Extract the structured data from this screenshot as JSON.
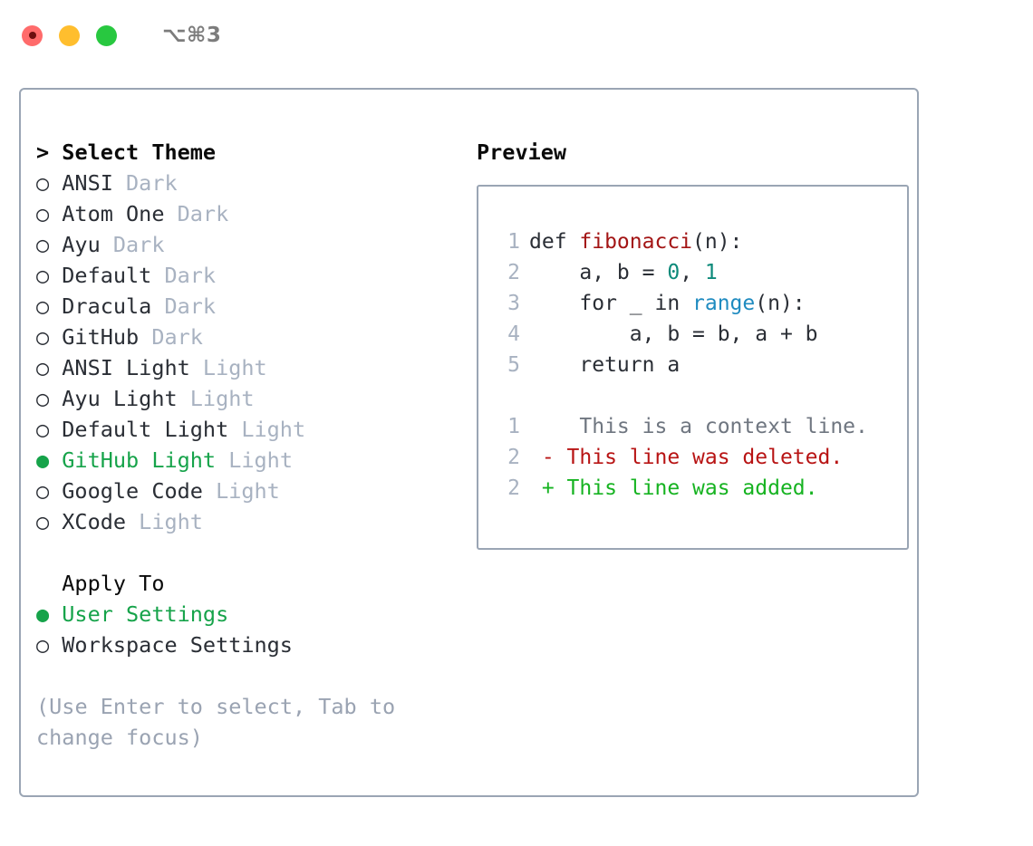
{
  "titlebar": {
    "shortcut": "⌥⌘3",
    "lights": [
      {
        "name": "close",
        "color": "#ff6b6b"
      },
      {
        "name": "minimize",
        "color": "#ffbe2e"
      },
      {
        "name": "maximize",
        "color": "#28c840"
      }
    ]
  },
  "theme_picker": {
    "header": "> Select Theme",
    "items": [
      {
        "marker": "○",
        "name": "ANSI",
        "suffix": "Dark",
        "selected": false
      },
      {
        "marker": "○",
        "name": "Atom One",
        "suffix": "Dark",
        "selected": false
      },
      {
        "marker": "○",
        "name": "Ayu",
        "suffix": "Dark",
        "selected": false
      },
      {
        "marker": "○",
        "name": "Default",
        "suffix": "Dark",
        "selected": false
      },
      {
        "marker": "○",
        "name": "Dracula",
        "suffix": "Dark",
        "selected": false
      },
      {
        "marker": "○",
        "name": "GitHub",
        "suffix": "Dark",
        "selected": false
      },
      {
        "marker": "○",
        "name": "ANSI Light",
        "suffix": "Light",
        "selected": false
      },
      {
        "marker": "○",
        "name": "Ayu Light",
        "suffix": "Light",
        "selected": false
      },
      {
        "marker": "○",
        "name": "Default Light",
        "suffix": "Light",
        "selected": false
      },
      {
        "marker": "●",
        "name": "GitHub Light",
        "suffix": "Light",
        "selected": true
      },
      {
        "marker": "○",
        "name": "Google Code",
        "suffix": "Light",
        "selected": false
      },
      {
        "marker": "○",
        "name": "XCode",
        "suffix": "Light",
        "selected": false
      }
    ]
  },
  "apply_to": {
    "header": "Apply To",
    "items": [
      {
        "marker": "●",
        "name": "User Settings",
        "suffix": "",
        "selected": true
      },
      {
        "marker": "○",
        "name": "Workspace Settings",
        "suffix": "",
        "selected": false
      }
    ]
  },
  "hint": "(Use Enter to select, Tab to change focus)",
  "preview": {
    "header": "Preview",
    "code_lines": [
      {
        "num": "1",
        "tokens": [
          {
            "t": "def ",
            "c": "plain"
          },
          {
            "t": "fibonacci",
            "c": "fn"
          },
          {
            "t": "(n):",
            "c": "plain"
          }
        ]
      },
      {
        "num": "2",
        "tokens": [
          {
            "t": "    a, b = ",
            "c": "plain"
          },
          {
            "t": "0",
            "c": "num"
          },
          {
            "t": ", ",
            "c": "plain"
          },
          {
            "t": "1",
            "c": "num"
          }
        ]
      },
      {
        "num": "3",
        "tokens": [
          {
            "t": "    for _ in ",
            "c": "plain"
          },
          {
            "t": "range",
            "c": "call"
          },
          {
            "t": "(n):",
            "c": "plain"
          }
        ]
      },
      {
        "num": "4",
        "tokens": [
          {
            "t": "        a, b = b, a + b",
            "c": "plain"
          }
        ]
      },
      {
        "num": "5",
        "tokens": [
          {
            "t": "    return a",
            "c": "plain"
          }
        ]
      }
    ],
    "diff_lines": [
      {
        "num": "1",
        "sign": " ",
        "text": "  This is a context line.",
        "kind": "ctx"
      },
      {
        "num": "2",
        "sign": "-",
        "text": " This line was deleted.",
        "kind": "del"
      },
      {
        "num": "2",
        "sign": "+",
        "text": " This line was added.",
        "kind": "add"
      }
    ]
  },
  "colors": {
    "accent_green": "#16a34a",
    "panel_border": "#9aa5b4",
    "muted": "#a8b2c1",
    "hint": "#9aa3b2",
    "code_fn": "#a31515",
    "code_num": "#0d8a7a",
    "code_call": "#1f8bc0",
    "diff_del": "#b81414",
    "diff_add": "#16b321"
  }
}
